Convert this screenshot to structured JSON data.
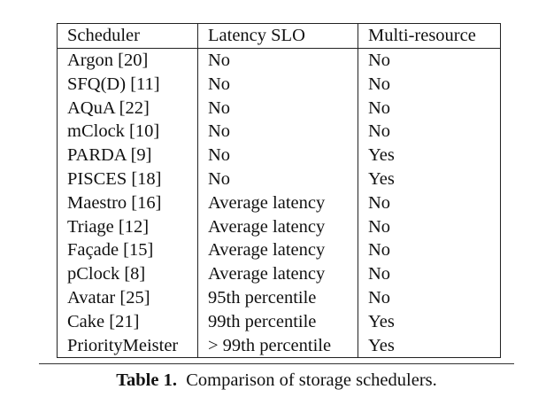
{
  "table": {
    "headers": [
      "Scheduler",
      "Latency SLO",
      "Multi-resource"
    ],
    "rows": [
      [
        "Argon [20]",
        "No",
        "No"
      ],
      [
        "SFQ(D) [11]",
        "No",
        "No"
      ],
      [
        "AQuA [22]",
        "No",
        "No"
      ],
      [
        "mClock [10]",
        "No",
        "No"
      ],
      [
        "PARDA [9]",
        "No",
        "Yes"
      ],
      [
        "PISCES [18]",
        "No",
        "Yes"
      ],
      [
        "Maestro [16]",
        "Average latency",
        "No"
      ],
      [
        "Triage [12]",
        "Average latency",
        "No"
      ],
      [
        "Façade [15]",
        "Average latency",
        "No"
      ],
      [
        "pClock [8]",
        "Average latency",
        "No"
      ],
      [
        "Avatar [25]",
        "95th percentile",
        "No"
      ],
      [
        "Cake [21]",
        "99th percentile",
        "Yes"
      ],
      [
        "PriorityMeister",
        "> 99th percentile",
        "Yes"
      ]
    ]
  },
  "caption": {
    "label": "Table 1.",
    "text": "Comparison of storage schedulers."
  }
}
